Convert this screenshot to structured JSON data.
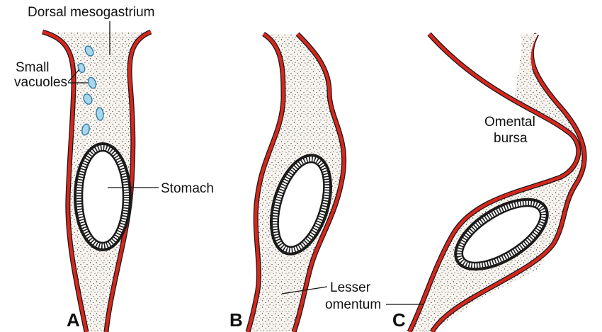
{
  "labels": {
    "dorsal_mesogastrium": "Dorsal mesogastrium",
    "small_vacuoles_line1": "Small",
    "small_vacuoles_line2": "vacuoles",
    "stomach": "Stomach",
    "omental_bursa_line1": "Omental",
    "omental_bursa_line2": "bursa",
    "lesser_omentum_line1": "Lesser",
    "lesser_omentum_line2": "omentum"
  },
  "panels": {
    "a": "A",
    "b": "B",
    "c": "C"
  },
  "colors": {
    "membrane": "#d8261c",
    "outline": "#1a1a1a",
    "tissue": "#f7f3ee",
    "stipple": "#4a4a4a",
    "vacuole_fill": "#a9d6ea",
    "vacuole_stroke": "#2f7fa8",
    "stomach_wall": "#1a1a1a",
    "stomach_lumen": "#ffffff"
  }
}
